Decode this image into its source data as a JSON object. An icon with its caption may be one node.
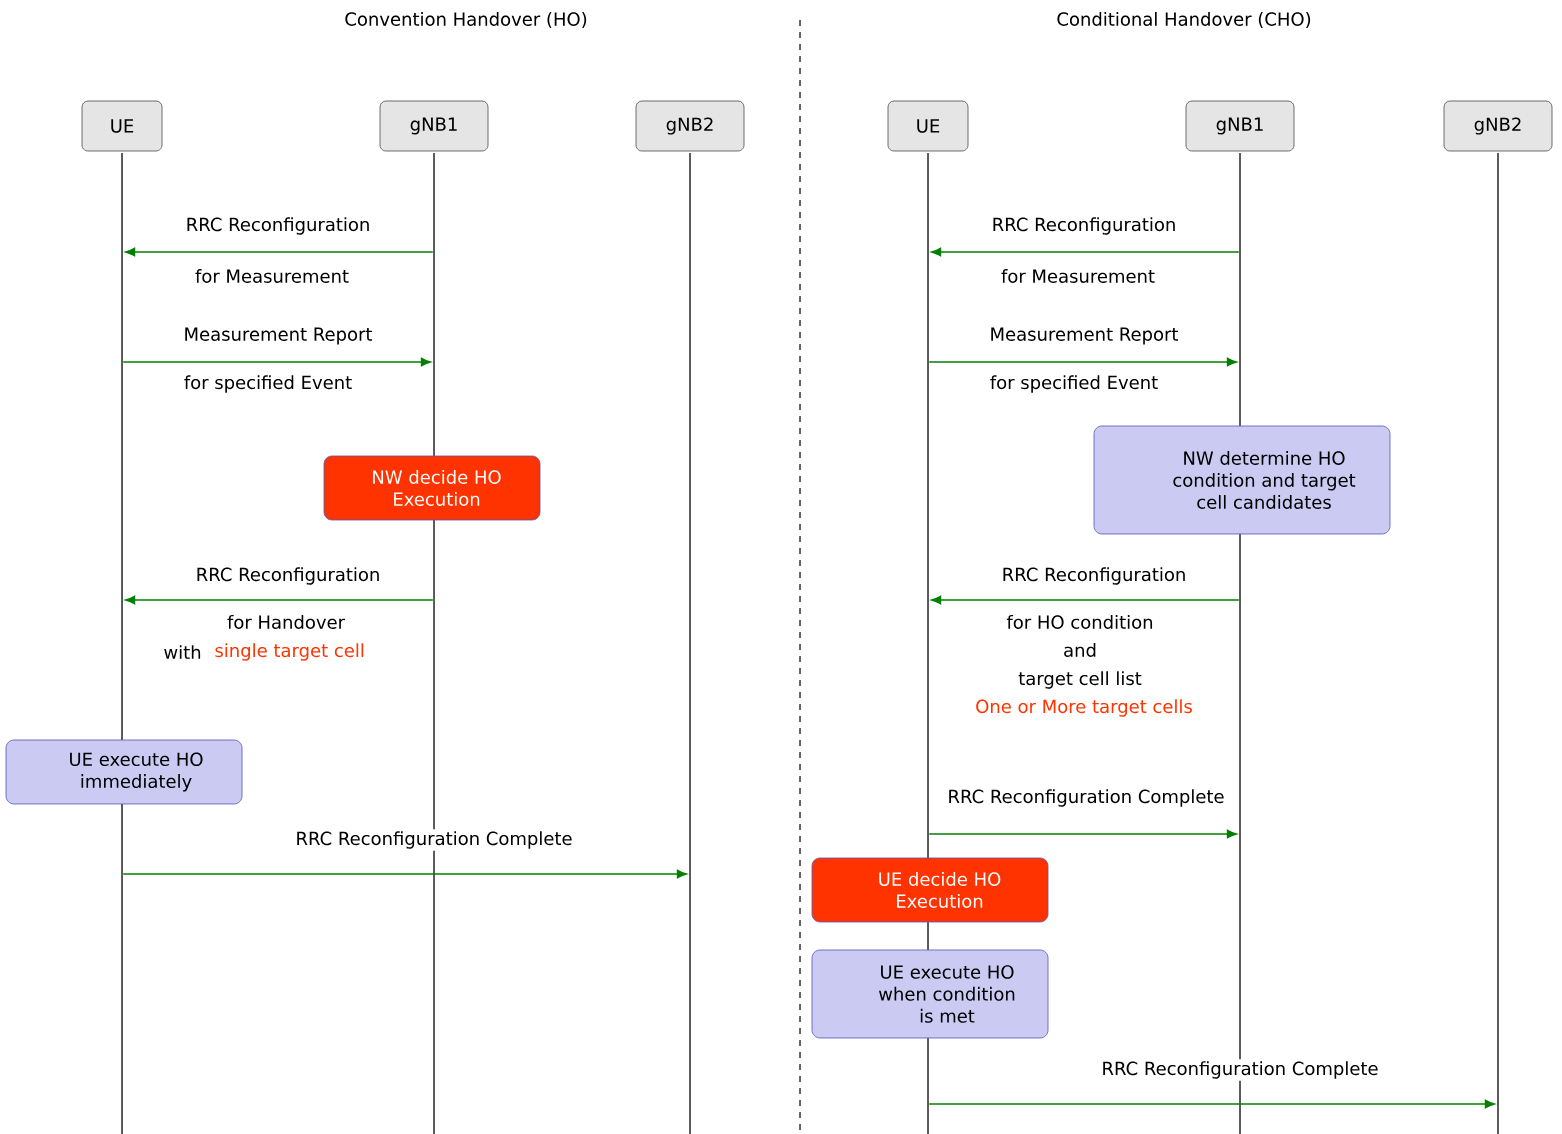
{
  "diagram": {
    "nodes": [
      {
        "text": [
          "UE"
        ]
      },
      {
        "text": [
          "gNB1"
        ]
      },
      {
        "text": [
          "gNB2"
        ]
      },
      {
        "text": [],
        "shape": "bar"
      },
      {
        "text": [],
        "shape": "bar"
      },
      {
        "text": [],
        "shape": "bar"
      },
      {
        "text": [
          "NW decide HO Execution"
        ]
      },
      {
        "text": [
          "UE execute HO immediately"
        ]
      },
      {
        "text": [
          "UE"
        ]
      },
      {
        "text": [
          "gNB1"
        ]
      },
      {
        "text": [
          "gNB2"
        ]
      },
      {
        "text": [],
        "shape": "bar"
      },
      {
        "text": [],
        "shape": "bar"
      },
      {
        "text": [],
        "shape": "bar"
      },
      {
        "text": [
          "NW determine HO condition and target cell candidates"
        ]
      },
      {
        "text": [
          "UE decide HO Execution"
        ]
      },
      {
        "text": [
          "UE execute HO when condition is met"
        ]
      }
    ],
    "edges": [
      {
        "from": 4,
        "to": 3,
        "arrow": "to",
        "label": "RRC Reconfiguration"
      },
      {
        "from": 3,
        "to": 4,
        "arrow": "to",
        "label": "Measurement Report"
      },
      {
        "from": 4,
        "to": 3,
        "arrow": "to",
        "label": "RRC Reconfiguration"
      },
      {
        "from": 3,
        "to": 5,
        "arrow": "to",
        "label": "RRC Reconfiguration Complete"
      },
      {
        "from": 12,
        "to": 11,
        "arrow": "to",
        "label": "RRC Reconfiguration"
      },
      {
        "from": 11,
        "to": 12,
        "arrow": "to",
        "label": "Measurement Report"
      },
      {
        "from": 12,
        "to": 11,
        "arrow": "to",
        "label": "RRC Reconfiguration"
      },
      {
        "from": 11,
        "to": 12,
        "arrow": "to",
        "label": "RRC Reconfiguration Complete"
      },
      {
        "from": 11,
        "to": 13,
        "arrow": "to",
        "label": "RRC Reconfiguration Complete"
      }
    ],
    "labels": [
      "Convention Handover (HO)",
      "Conditional Handover (CHO)",
      "for Measurement",
      "for specified Event",
      "for Handover",
      "with",
      "single target cell",
      "for Measurement",
      "for specified Event",
      "for HO condition",
      "and",
      "target cell list",
      "One or More target cells"
    ]
  }
}
